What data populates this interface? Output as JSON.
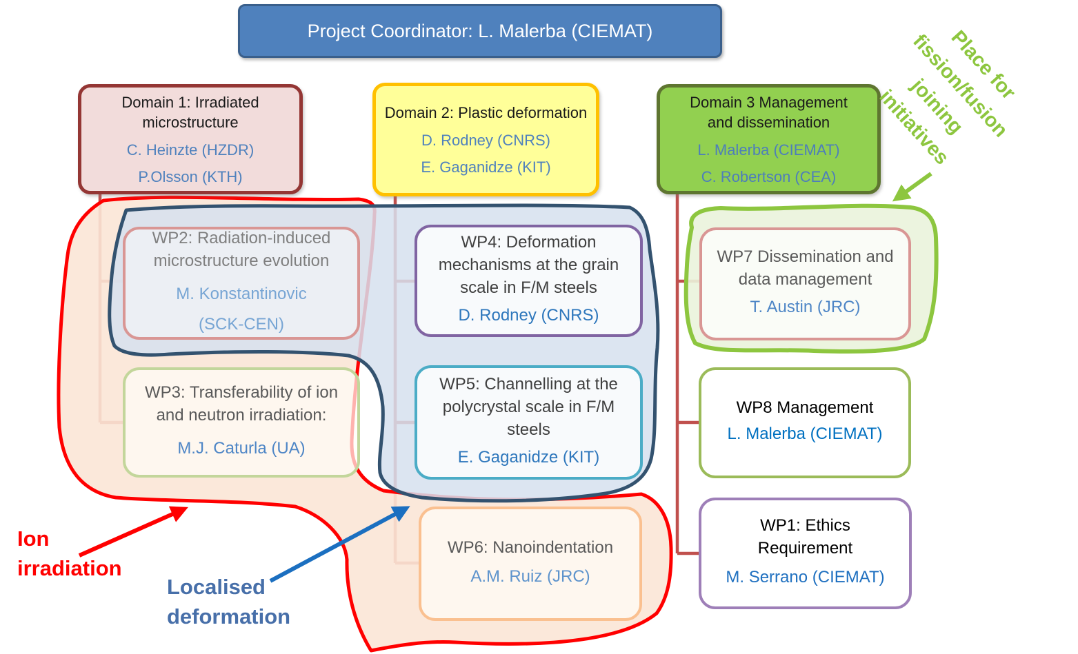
{
  "coordinator": {
    "label": "Project Coordinator: L. Malerba  (CIEMAT)"
  },
  "domains": [
    {
      "title": "Domain 1: Irradiated microstructure",
      "leads": [
        "C. Heinzte (HZDR)",
        "P.Olsson (KTH)"
      ]
    },
    {
      "title": "Domain 2: Plastic deformation",
      "leads": [
        "D. Rodney (CNRS)",
        "E. Gaganidze (KIT)"
      ]
    },
    {
      "title": "Domain 3 Management  and dissemination",
      "leads": [
        "L. Malerba (CIEMAT)",
        "C. Robertson (CEA)"
      ]
    }
  ],
  "workpackages": [
    {
      "title": "WP2: Radiation-induced microstructure evolution",
      "lead": "M. Konstantinovic (SCK-CEN)"
    },
    {
      "title": "WP3: Transferability of ion and neutron irradiation:",
      "lead": "M.J. Caturla (UA)"
    },
    {
      "title": "WP4: Deformation mechanisms at the grain scale in F/M steels",
      "lead": "D. Rodney (CNRS)"
    },
    {
      "title": "WP5: Channelling at the polycrystal scale in F/M steels",
      "lead": "E. Gaganidze (KIT)"
    },
    {
      "title": "WP6: Nanoindentation",
      "lead": "A.M. Ruiz (JRC)"
    },
    {
      "title": "WP7 Dissemination and data management",
      "lead": "T. Austin (JRC)"
    },
    {
      "title": "WP8 Management",
      "lead": "L. Malerba (CIEMAT)"
    },
    {
      "title": "WP1: Ethics Requirement",
      "lead": "M. Serrano (CIEMAT)"
    }
  ],
  "annotations": {
    "ion_irradiation": {
      "lines": [
        "Ion",
        "irradiation"
      ],
      "color": "#FF0000"
    },
    "localised_deformation": {
      "lines": [
        "Localised",
        "deformation"
      ],
      "color": "#476FA9"
    },
    "place_fission": {
      "lines": [
        "Place for",
        "fission/fusion",
        "joining",
        "initiatives"
      ],
      "color": "#8DC63F"
    }
  },
  "colors": {
    "connector": "#C0504D",
    "red_loop": "#FF0000",
    "red_fill": "#FBE5D6",
    "blue_loop": "#33526F",
    "blue_fill": "#D6E0EF",
    "green_loop": "#8DC63F",
    "green_fill": "#EAF3DC",
    "arrow_red": "#FF0000",
    "arrow_blue": "#1B6FC0",
    "arrow_green": "#8DC63F"
  }
}
